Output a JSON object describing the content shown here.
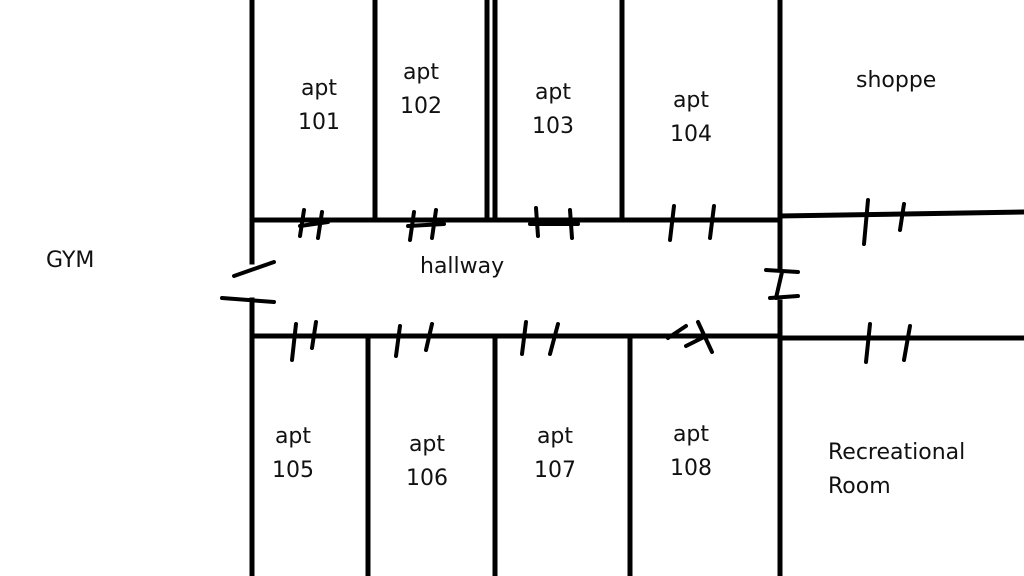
{
  "rooms": {
    "gym": "GYM",
    "hallway": "hallway",
    "shoppe": "shoppe",
    "recreational_room": [
      "Recreational",
      "Room"
    ],
    "apartments": [
      [
        "apt",
        "101"
      ],
      [
        "apt",
        "102"
      ],
      [
        "apt",
        "103"
      ],
      [
        "apt",
        "104"
      ],
      [
        "apt",
        "105"
      ],
      [
        "apt",
        "106"
      ],
      [
        "apt",
        "107"
      ],
      [
        "apt",
        "108"
      ]
    ]
  }
}
